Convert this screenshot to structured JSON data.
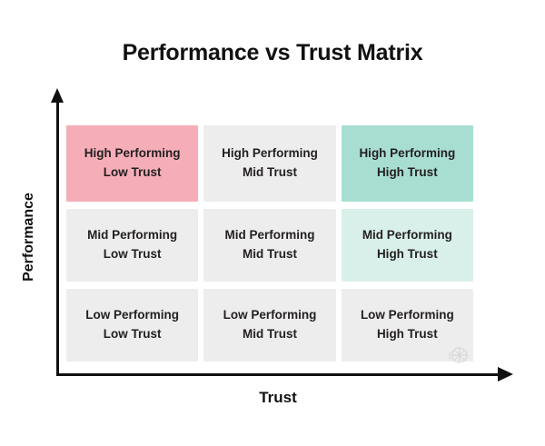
{
  "chart_data": {
    "type": "heatmap",
    "title": "Performance vs Trust Matrix",
    "xlabel": "Trust",
    "ylabel": "Performance",
    "x_categories": [
      "Low Trust",
      "Mid Trust",
      "High Trust"
    ],
    "y_categories": [
      "High Performing",
      "Mid Performing",
      "Low Performing"
    ],
    "grid": false,
    "legend": "none",
    "colors": {
      "highlight_pink": "#F5AEB8",
      "highlight_teal": "#A8DED2",
      "highlight_mint": "#D9F0EA",
      "neutral_gray": "#EDEDED",
      "text": "#231f20",
      "axis": "#111111",
      "background": "#FFFFFF"
    },
    "cells": [
      {
        "row": 0,
        "col": 0,
        "line1": "High Performing",
        "line2": "Low Trust",
        "color": "#F5AEB8"
      },
      {
        "row": 0,
        "col": 1,
        "line1": "High Performing",
        "line2": "Mid Trust",
        "color": "#EDEDED"
      },
      {
        "row": 0,
        "col": 2,
        "line1": "High Performing",
        "line2": "High Trust",
        "color": "#A8DED2"
      },
      {
        "row": 1,
        "col": 0,
        "line1": "Mid Performing",
        "line2": "Low Trust",
        "color": "#EDEDED"
      },
      {
        "row": 1,
        "col": 1,
        "line1": "Mid Performing",
        "line2": "Mid Trust",
        "color": "#EDEDED"
      },
      {
        "row": 1,
        "col": 2,
        "line1": "Mid Performing",
        "line2": "High Trust",
        "color": "#D9F0EA"
      },
      {
        "row": 2,
        "col": 0,
        "line1": "Low Performing",
        "line2": "Low Trust",
        "color": "#EDEDED"
      },
      {
        "row": 2,
        "col": 1,
        "line1": "Low Performing",
        "line2": "Mid Trust",
        "color": "#EDEDED"
      },
      {
        "row": 2,
        "col": 2,
        "line1": "Low Performing",
        "line2": "High Trust",
        "color": "#EDEDED"
      }
    ]
  }
}
